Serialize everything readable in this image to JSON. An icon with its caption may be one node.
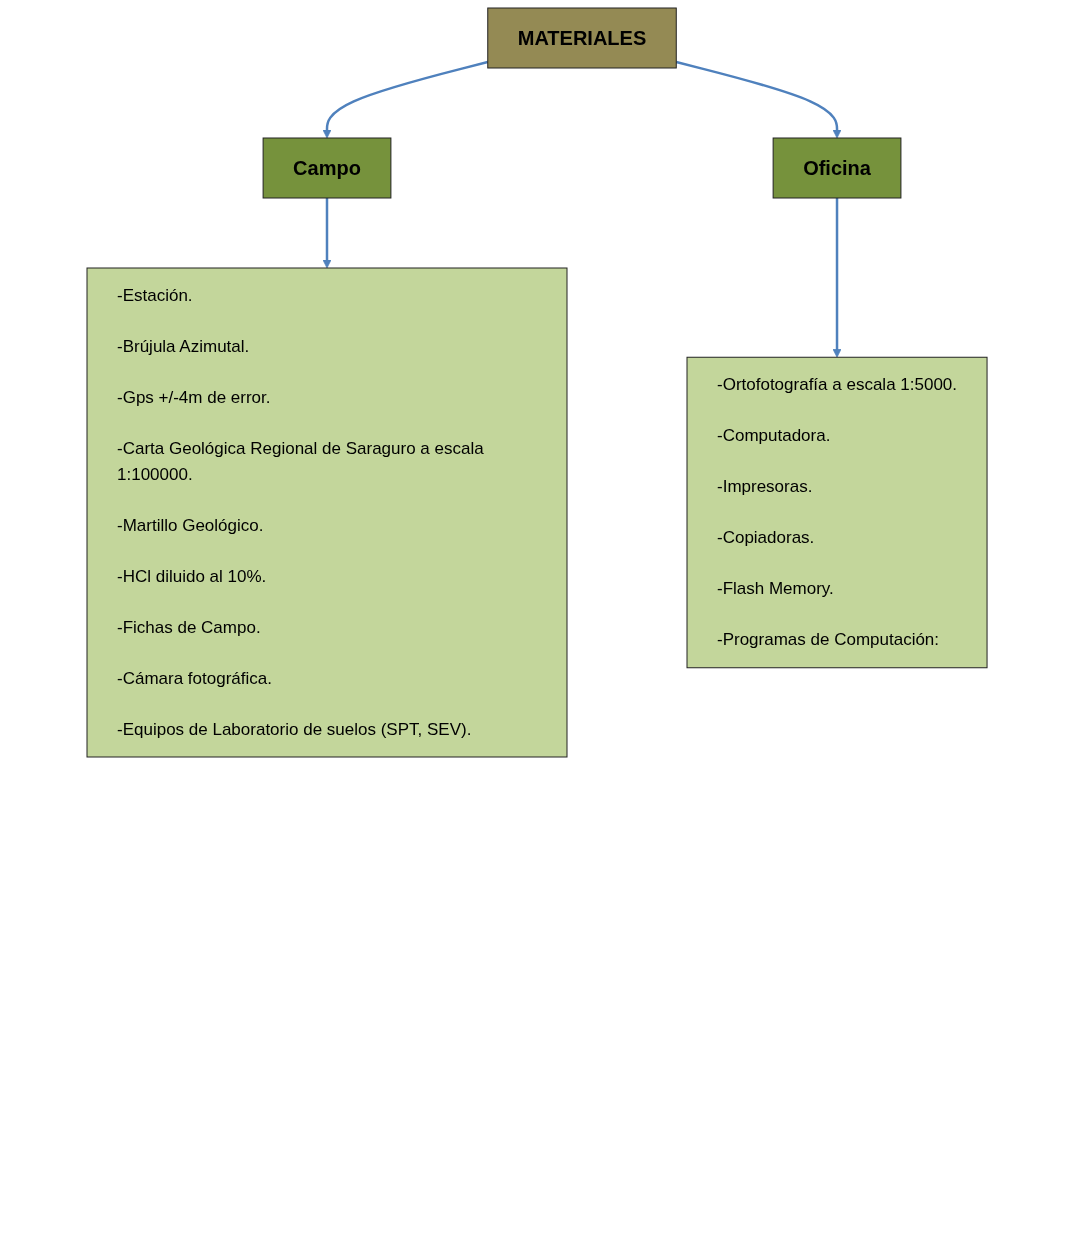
{
  "diagram": {
    "nodes": [
      {
        "text": [
          "MATERIALES"
        ]
      },
      {
        "text": [
          "Campo"
        ]
      },
      {
        "text": [
          "Oficina"
        ]
      },
      {
        "text": [
          "-Estación.",
          "-Brújula Azimutal.",
          "-Gps +/-4m de error.",
          "-Carta Geológica Regional de Saraguro a escala 1:100000.",
          "-Martillo Geológico.",
          "-HCl diluido al 10%.",
          "-Fichas de Campo.",
          "-Cámara fotográfica.",
          "-Equipos de Laboratorio de suelos (SPT, SEV)."
        ]
      },
      {
        "text": [
          "-Ortofotografía a escala 1:5000.",
          "-Computadora.",
          "-Impresoras.",
          "-Copiadoras.",
          "-Flash Memory.",
          "-Programas de Computación:"
        ]
      }
    ],
    "edges": [
      {
        "from": 0,
        "to": 1,
        "arrow": "to"
      },
      {
        "from": 0,
        "to": 2,
        "arrow": "to"
      },
      {
        "from": 1,
        "to": 3,
        "arrow": "to"
      },
      {
        "from": 2,
        "to": 4,
        "arrow": "to"
      }
    ]
  }
}
